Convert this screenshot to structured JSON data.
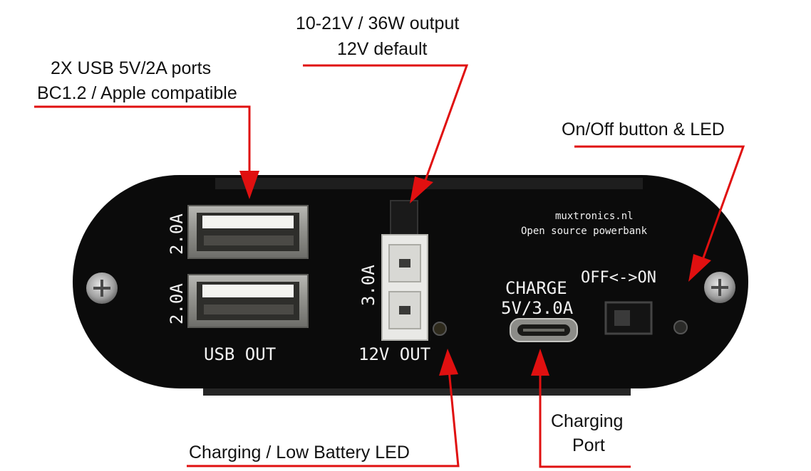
{
  "callouts": {
    "usb_ports": {
      "line1": "2X USB 5V/2A ports",
      "line2": "BC1.2 / Apple compatible"
    },
    "dc_output": {
      "line1": "10-21V / 36W output",
      "line2": "12V default"
    },
    "power_button": {
      "line1": "On/Off button & LED"
    },
    "led": {
      "line1": "Charging / Low Battery LED"
    },
    "charging_port": {
      "line1": "Charging",
      "line2": "Port"
    }
  },
  "panel": {
    "brand": "muxtronics.nl",
    "subtitle": "Open source powerbank",
    "usb_top_rating": "2.0A",
    "usb_bottom_rating": "2.0A",
    "usb_label": "USB OUT",
    "dc_rating": "3.0A",
    "dc_label": "12V OUT",
    "charge_label": "CHARGE",
    "charge_rating": "5V/3.0A",
    "switch_label": "OFF<->ON"
  },
  "colors": {
    "arrow": "#e01010",
    "panel": "#0b0b0b",
    "silkscreen": "#f2f2f2",
    "connector_white": "#e9e9e6"
  }
}
